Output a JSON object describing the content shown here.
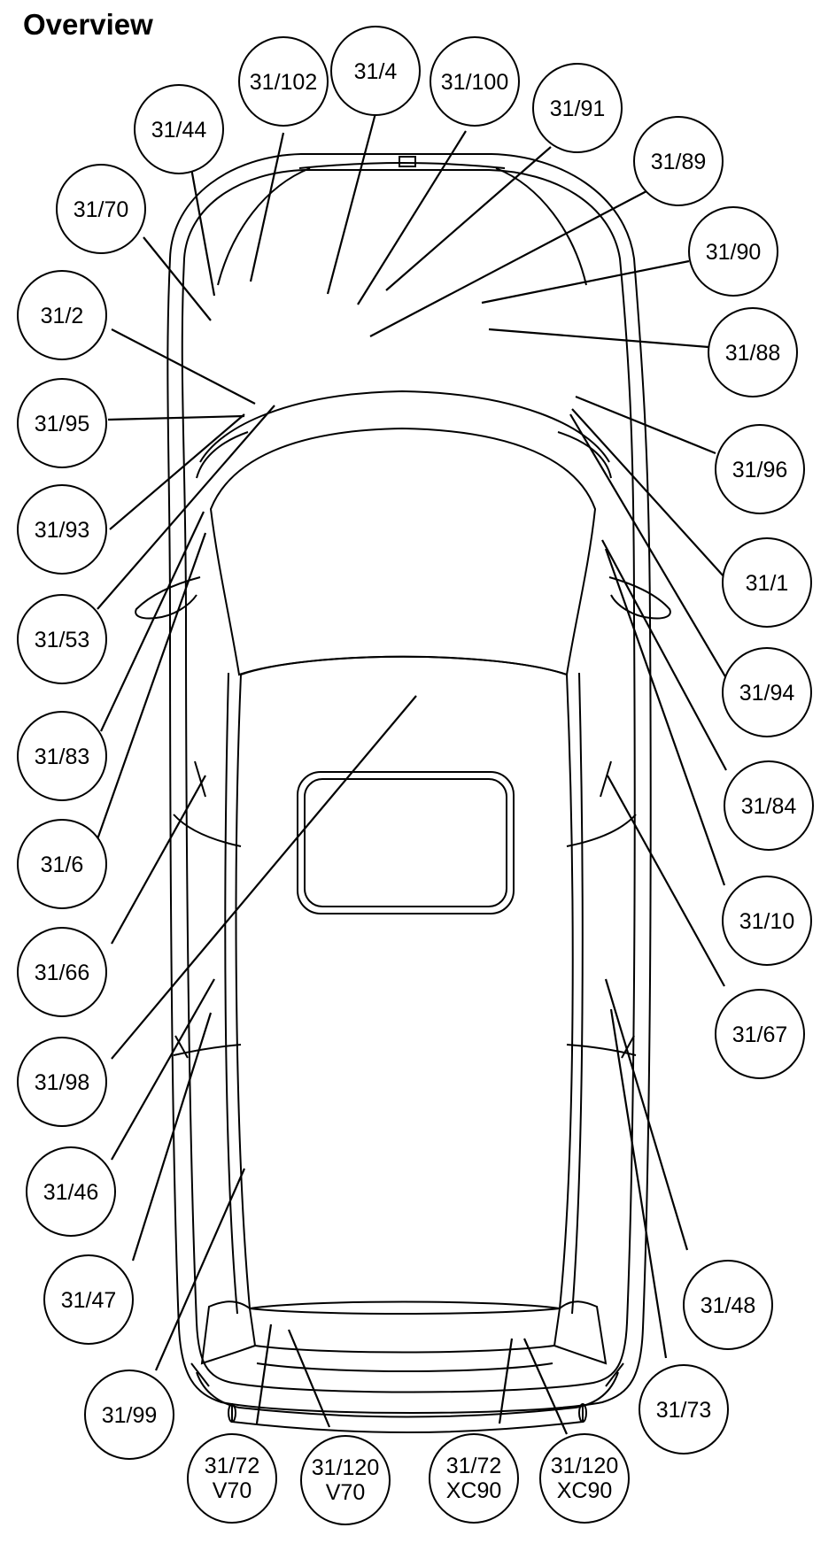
{
  "title": "Overview",
  "callouts": [
    {
      "id": "c-31-102",
      "lines": [
        "31/102"
      ]
    },
    {
      "id": "c-31-4",
      "lines": [
        "31/4"
      ]
    },
    {
      "id": "c-31-100",
      "lines": [
        "31/100"
      ]
    },
    {
      "id": "c-31-91",
      "lines": [
        "31/91"
      ]
    },
    {
      "id": "c-31-89",
      "lines": [
        "31/89"
      ]
    },
    {
      "id": "c-31-90",
      "lines": [
        "31/90"
      ]
    },
    {
      "id": "c-31-88",
      "lines": [
        "31/88"
      ]
    },
    {
      "id": "c-31-96",
      "lines": [
        "31/96"
      ]
    },
    {
      "id": "c-31-1",
      "lines": [
        "31/1"
      ]
    },
    {
      "id": "c-31-94",
      "lines": [
        "31/94"
      ]
    },
    {
      "id": "c-31-84",
      "lines": [
        "31/84"
      ]
    },
    {
      "id": "c-31-10",
      "lines": [
        "31/10"
      ]
    },
    {
      "id": "c-31-67",
      "lines": [
        "31/67"
      ]
    },
    {
      "id": "c-31-48",
      "lines": [
        "31/48"
      ]
    },
    {
      "id": "c-31-73",
      "lines": [
        "31/73"
      ]
    },
    {
      "id": "c-31-120-xc90",
      "lines": [
        "31/120",
        "XC90"
      ]
    },
    {
      "id": "c-31-72-xc90",
      "lines": [
        "31/72",
        "XC90"
      ]
    },
    {
      "id": "c-31-120-v70",
      "lines": [
        "31/120",
        "V70"
      ]
    },
    {
      "id": "c-31-72-v70",
      "lines": [
        "31/72",
        "V70"
      ]
    },
    {
      "id": "c-31-99",
      "lines": [
        "31/99"
      ]
    },
    {
      "id": "c-31-47",
      "lines": [
        "31/47"
      ]
    },
    {
      "id": "c-31-46",
      "lines": [
        "31/46"
      ]
    },
    {
      "id": "c-31-98",
      "lines": [
        "31/98"
      ]
    },
    {
      "id": "c-31-66",
      "lines": [
        "31/66"
      ]
    },
    {
      "id": "c-31-6",
      "lines": [
        "31/6"
      ]
    },
    {
      "id": "c-31-83",
      "lines": [
        "31/83"
      ]
    },
    {
      "id": "c-31-53",
      "lines": [
        "31/53"
      ]
    },
    {
      "id": "c-31-93",
      "lines": [
        "31/93"
      ]
    },
    {
      "id": "c-31-95",
      "lines": [
        "31/95"
      ]
    },
    {
      "id": "c-31-2",
      "lines": [
        "31/2"
      ]
    },
    {
      "id": "c-31-70",
      "lines": [
        "31/70"
      ]
    },
    {
      "id": "c-31-44",
      "lines": [
        "31/44"
      ]
    }
  ]
}
